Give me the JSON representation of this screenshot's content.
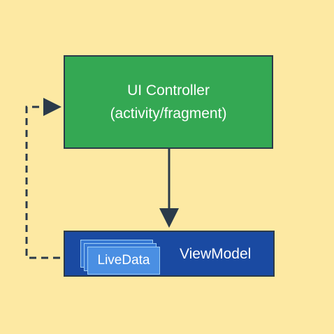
{
  "diagram": {
    "ui_controller": {
      "title": "UI Controller",
      "subtitle": "(activity/fragment)"
    },
    "viewmodel": {
      "title": "ViewModel",
      "livedata_label": "LiveData"
    },
    "connectors": [
      {
        "from": "UI Controller",
        "to": "ViewModel",
        "style": "solid"
      },
      {
        "from": "LiveData",
        "to": "UI Controller",
        "style": "dashed"
      }
    ]
  },
  "colors": {
    "background": "#fde9a3",
    "ui_controller_fill": "#34a853",
    "viewmodel_fill": "#1a4aa2",
    "livedata_fill": "#4a8fe3",
    "connector": "#2b3a4a"
  }
}
